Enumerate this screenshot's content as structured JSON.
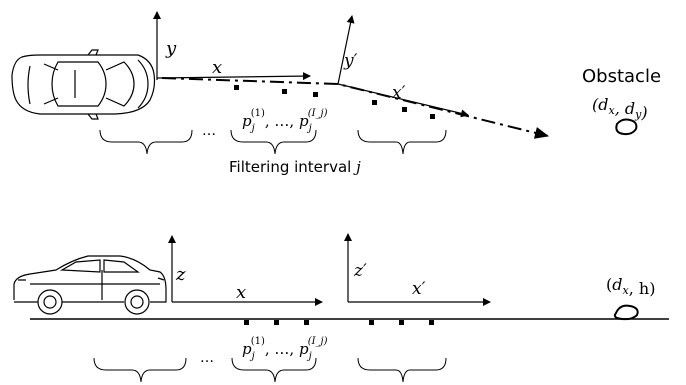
{
  "top": {
    "axis_y": "y",
    "axis_x": "x",
    "axis_y_prime": "y′",
    "axis_x_prime": "x′",
    "ellipsis": "…",
    "points": "p_j^(1), …, p_j^(I_j)",
    "points_base": "p",
    "points_sub": "j",
    "points_sup_first": "(1)",
    "points_middle": ", …, ",
    "points_sup_last": "(I_j)",
    "obstacle_label": "Obstacle",
    "obstacle_coord": "(d_x, d_y)",
    "caption_prefix": "Filtering interval ",
    "caption_var": "j"
  },
  "bottom": {
    "axis_z": "z",
    "axis_x": "x",
    "axis_z_prime": "z′",
    "axis_x_prime": "x′",
    "ellipsis": "…",
    "points": "p_j^(1), …, p_j^(I_j)",
    "points_base": "p",
    "points_sub": "j",
    "points_sup_first": "(1)",
    "points_middle": ", …, ",
    "points_sup_last": "(I_j)",
    "obstacle_coord": "(d_x, h)"
  },
  "icons": {
    "top_vehicle": "car-top-view-icon",
    "side_vehicle": "sedan-side-view-icon",
    "obstacle": "rock-obstacle-icon"
  }
}
